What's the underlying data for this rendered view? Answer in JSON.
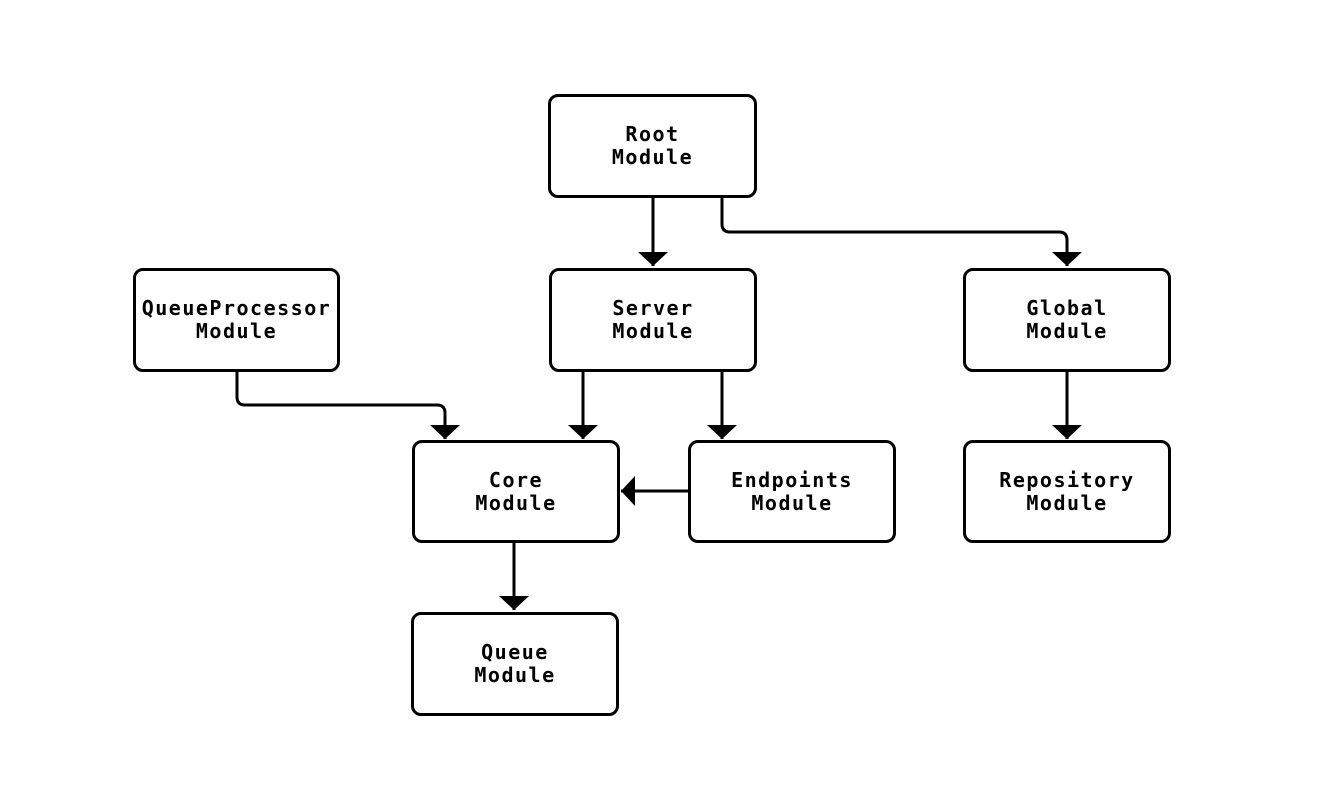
{
  "diagram": {
    "type": "flowchart",
    "background_color": "#ffffff",
    "node_fill_color": "#ffffff",
    "node_border_color": "#000000",
    "edge_color": "#000000",
    "text_color": "#000000",
    "nodes": [
      {
        "id": "root",
        "line1": "Root",
        "line2": "Module"
      },
      {
        "id": "queueprocessor",
        "line1": "QueueProcessor",
        "line2": "Module"
      },
      {
        "id": "server",
        "line1": "Server",
        "line2": "Module"
      },
      {
        "id": "global",
        "line1": "Global",
        "line2": "Module"
      },
      {
        "id": "core",
        "line1": "Core",
        "line2": "Module"
      },
      {
        "id": "endpoints",
        "line1": "Endpoints",
        "line2": "Module"
      },
      {
        "id": "repository",
        "line1": "Repository",
        "line2": "Module"
      },
      {
        "id": "queue",
        "line1": "Queue",
        "line2": "Module"
      }
    ],
    "edges": [
      {
        "from": "root",
        "to": "server"
      },
      {
        "from": "root",
        "to": "global"
      },
      {
        "from": "queueprocessor",
        "to": "core"
      },
      {
        "from": "server",
        "to": "core"
      },
      {
        "from": "server",
        "to": "endpoints"
      },
      {
        "from": "endpoints",
        "to": "core"
      },
      {
        "from": "global",
        "to": "repository"
      },
      {
        "from": "core",
        "to": "queue"
      }
    ]
  }
}
